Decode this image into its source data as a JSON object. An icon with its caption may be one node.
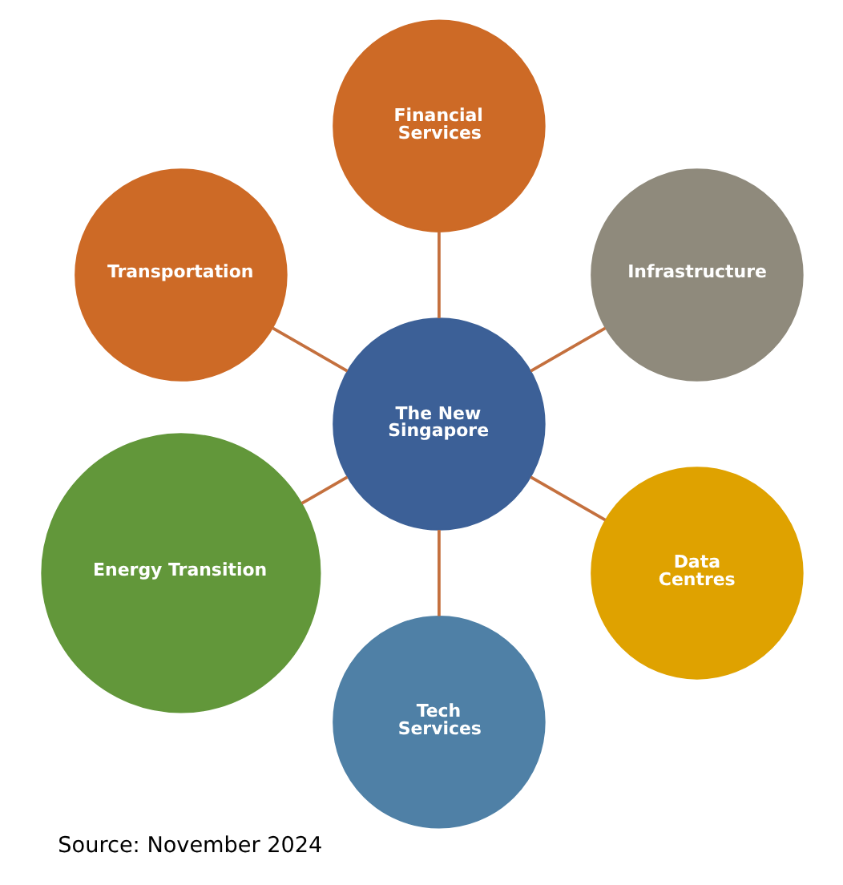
{
  "diagram": {
    "caption": "Source: November 2024",
    "nodes": [
      {
        "text": [
          "Financial Services"
        ]
      },
      {
        "text": [
          "Transportation"
        ]
      },
      {
        "text": [
          "Infrastructure"
        ]
      },
      {
        "text": [
          "The New Singapore"
        ]
      },
      {
        "text": [
          "Energy Transition"
        ]
      },
      {
        "text": [
          "Data Centres"
        ]
      },
      {
        "text": [
          "Tech Services"
        ]
      }
    ],
    "edges": [
      {
        "from": 3,
        "to": 0,
        "arrow": "none"
      },
      {
        "from": 3,
        "to": 2,
        "arrow": "none"
      },
      {
        "from": 3,
        "to": 5,
        "arrow": "none"
      },
      {
        "from": 3,
        "to": 6,
        "arrow": "none"
      },
      {
        "from": 3,
        "to": 4,
        "arrow": "none"
      },
      {
        "from": 3,
        "to": 1,
        "arrow": "none"
      }
    ]
  }
}
